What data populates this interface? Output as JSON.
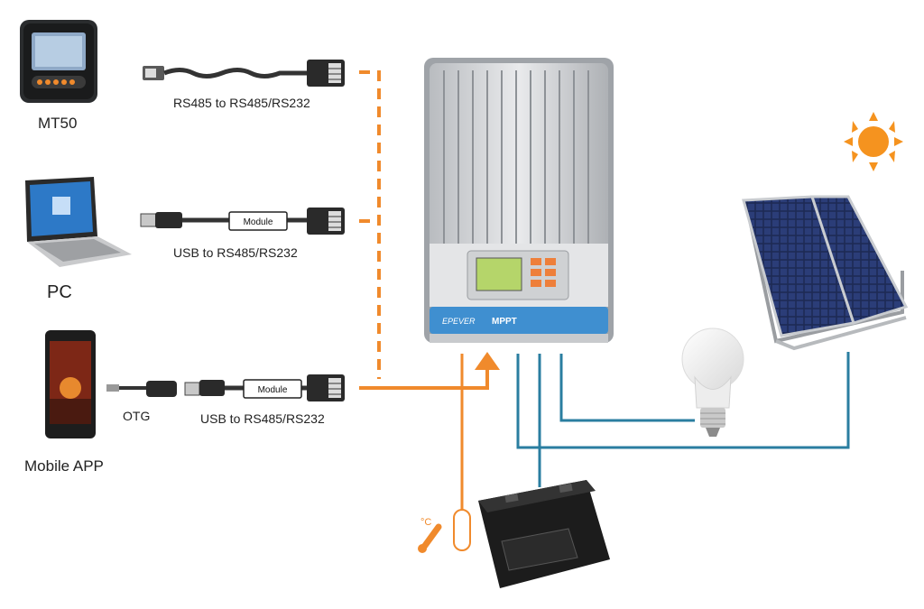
{
  "devices": {
    "mt50": "MT50",
    "pc": "PC",
    "mobile": "Mobile APP"
  },
  "cables": {
    "mt50_cable": "RS485 to RS485/RS232",
    "pc_cable": "USB to RS485/RS232",
    "mobile_cable": "USB to RS485/RS232",
    "otg": "OTG",
    "module_label": "Module"
  },
  "controller": {
    "brand": "EPEVER",
    "front_text": "MPPT",
    "screen_icon": "lcd-screen-icon",
    "buttons_icon": "button-keypad-icon"
  },
  "sensor": {
    "unit": "°C",
    "icon": "thermometer-icon"
  },
  "icons": {
    "sun": "sun-icon",
    "solar": "solar-panel-icon",
    "bulb": "light-bulb-icon",
    "battery": "battery-icon"
  },
  "colors": {
    "comm_line": "#f08a2c",
    "power_line": "#2a7ea0",
    "controller_blue": "#3f8fd0",
    "sun": "#f5931f"
  }
}
